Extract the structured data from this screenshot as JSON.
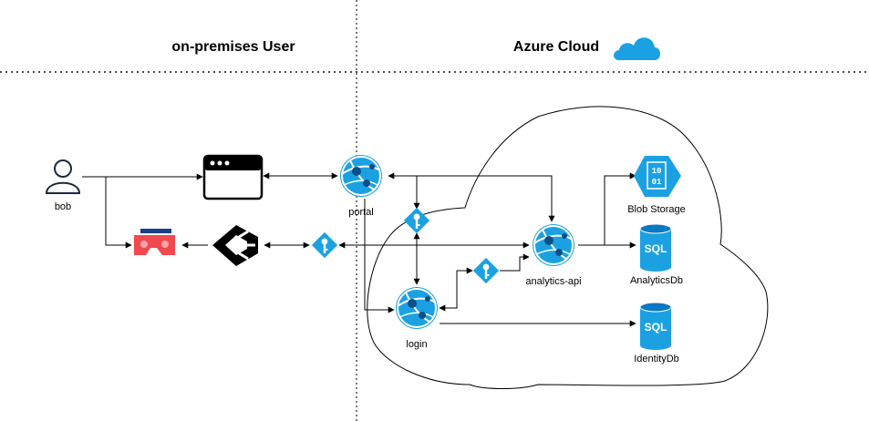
{
  "headers": {
    "on_premises": "on-premises User",
    "azure": "Azure Cloud"
  },
  "nodes": {
    "user": "bob",
    "portal": "portal",
    "login": "login",
    "analytics_api": "analytics-api",
    "blob_storage": "Blob Storage",
    "analytics_db": "AnalyticsDb",
    "identity_db": "IdentityDb"
  },
  "icons": {
    "user": "user-icon",
    "browser": "browser-window-icon",
    "vr_headset": "vr-headset-icon",
    "unity": "unity-icon",
    "app_service": "azure-app-service-icon",
    "key": "key-icon",
    "blob": "blob-storage-icon",
    "sql": "sql-database-icon",
    "cloud": "cloud-icon"
  },
  "database_text": "SQL",
  "blob_text": {
    "line1": "10",
    "line2": "01"
  },
  "colors": {
    "azure_blue": "#1ba1e2",
    "azure_dark": "#0a78c2",
    "vr_red": "#f0494f",
    "vr_blue": "#1a3e87"
  }
}
